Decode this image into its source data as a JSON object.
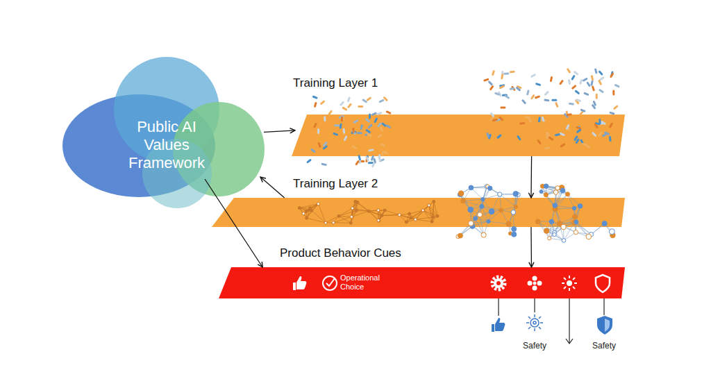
{
  "diagram": {
    "nodes": [
      {
        "text": [
          "Public AI Values Framework"
        ]
      },
      {
        "text": [
          "Training Layer 1"
        ]
      },
      {
        "text": [
          "Training Layer 2"
        ]
      },
      {
        "text": [
          "Product Behavior Cues",
          "Operational Choice"
        ]
      }
    ],
    "edges": [
      {
        "from": 0,
        "to": 1,
        "arrow": "to"
      },
      {
        "from": 2,
        "to": 0,
        "arrow": "to"
      },
      {
        "from": 0,
        "to": 3,
        "arrow": "to"
      },
      {
        "from": 1,
        "to": 2,
        "arrow": "to"
      },
      {
        "from": 2,
        "to": 3,
        "arrow": "to"
      }
    ],
    "labels": [
      "Safety",
      "Safety"
    ]
  }
}
